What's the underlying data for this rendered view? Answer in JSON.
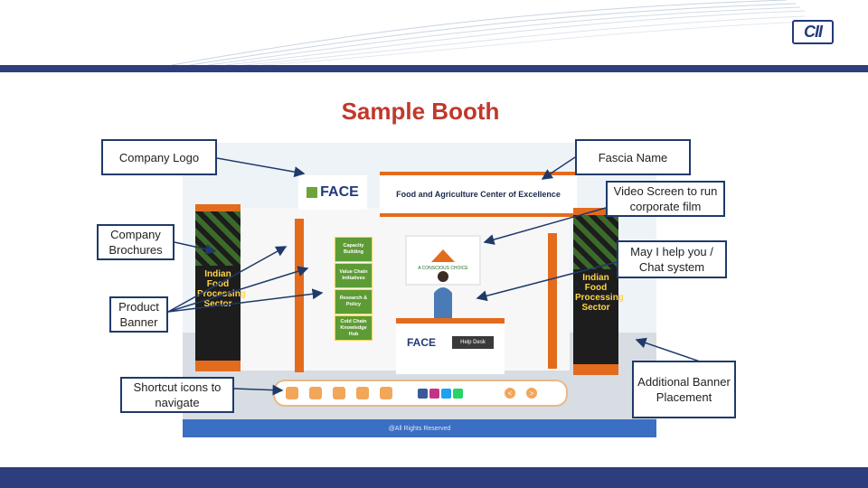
{
  "header": {
    "logo_text": "CII"
  },
  "title": "Sample Booth",
  "booth": {
    "fascia_text": "Food and Agriculture  Center of Excellence",
    "logo_text": "FACE",
    "menu": [
      "Capacity Building",
      "Value Chain Initiatives",
      "Research & Policy",
      "Cold Chain Knowledge Hub"
    ],
    "screen_caption": "A CONSCIOUS CHOICE",
    "desk_logo": "FACE",
    "help_desk_label": "Help Desk",
    "standee_left_text": "Indian Food Processing Sector",
    "standee_right_text": "Indian Food Processing Sector",
    "footer": "@All Rights Reserved",
    "nav_prev": "<",
    "nav_next": ">"
  },
  "callouts": {
    "company_logo": "Company Logo",
    "company_brochures": "Company Brochures",
    "product_banner": "Product Banner",
    "shortcut_icons": "Shortcut icons to navigate",
    "fascia_name": "Fascia Name",
    "video_screen": "Video Screen to run corporate film",
    "help_chat": "May I help you / Chat system",
    "additional_banner": "Additional Banner Placement"
  },
  "colors": {
    "accent": "#e36b1d",
    "title_red": "#c0392b",
    "band_navy": "#2e3d7c",
    "menu_green": "#5d9b35"
  }
}
